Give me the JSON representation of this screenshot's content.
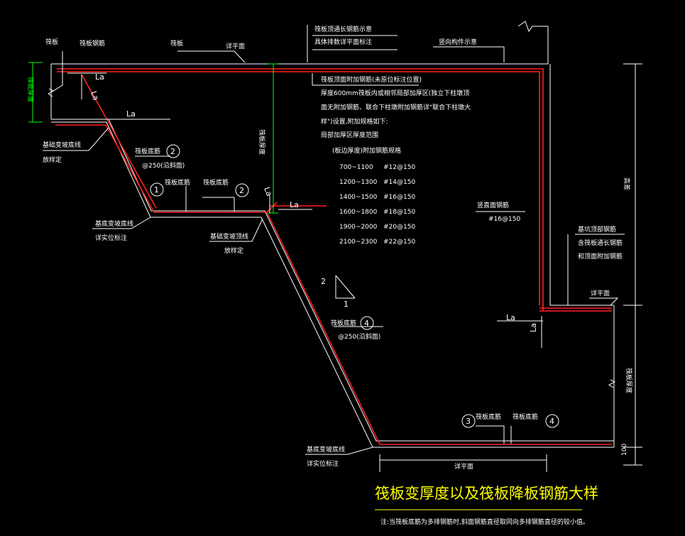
{
  "title": "筏板变厚度以及筏板降板钢筋大样",
  "note": "注:当筏板底筋为多排钢筋时,斜面钢筋直径取同向多排钢筋直径的较小值。",
  "labels": {
    "raft_left": "筏板",
    "raft_top_bar_left": "筏板钢筋",
    "raft_mid": "筏板",
    "detail_plane_top": "详平面",
    "top_through_bar_note_1": "筏板顶通长钢筋示意",
    "top_through_bar_note_2": "具体排数详平面标注",
    "vertical_member": "竖向构件示意",
    "top_add_bar": "筏板顶面附加钢筋(未原位标注位置)",
    "desc_1": "厚度600mm筏板内或相邻局部加厚区(独立下柱墩顶",
    "desc_2": "面无附加钢筋、联合下柱墩附加钢筋详\"联合下柱墩大",
    "desc_3": "样\")设置,附加规格如下:",
    "desc_4": "局部加厚区厚度范围",
    "table_header": "(板边厚度)附加钢筋规格",
    "raft_thick_left": "筏板厚度",
    "raft_thick_mid": "筏板厚度",
    "raft_thick_right": "筏板厚度",
    "height_diff": "高差",
    "base_slope_top_1a": "基础变坡底线",
    "base_slope_top_1b": "放样定",
    "base_slope_bot_1a": "基底变坡底线",
    "base_slope_bot_1b": "详实位标注",
    "base_slope_top_2a": "基础变坡顶线",
    "base_slope_top_2b": "放样定",
    "base_slope_bot_2a": "基底变坡底线",
    "base_slope_bot_2b": "详实位标注",
    "bottom_bar_1": "筏板底筋",
    "bottom_bar_1_spec": "@250(沿斜面)",
    "bottom_bar_2": "筏板底筋",
    "bottom_bar_3": "筏板底筋",
    "bottom_bar_4": "筏板底筋",
    "bottom_bar_4_spec": "@250(沿斜面)",
    "bottom_bar_5": "筏板底筋",
    "bottom_bar_6": "筏板底筋",
    "vertical_bar": "竖直面钢筋",
    "vertical_bar_spec": "#16@150",
    "pit_bar_1": "基坑顶部钢筋",
    "pit_bar_2": "含筏板通长钢筋",
    "pit_bar_3": "和顶面附加钢筋",
    "detail_plane_right": "详平面",
    "detail_plane_bottom": "详平面",
    "dim_100": "100",
    "la": "La",
    "slope_2": "2",
    "slope_1": "1",
    "circle_1": "1",
    "circle_2": "2",
    "circle_3": "3",
    "circle_4": "4"
  },
  "spec_table": [
    {
      "range": "700~1100",
      "bar": "#12@150"
    },
    {
      "range": "1200~1300",
      "bar": "#14@150"
    },
    {
      "range": "1400~1500",
      "bar": "#16@150"
    },
    {
      "range": "1600~1800",
      "bar": "#18@150"
    },
    {
      "range": "1900~2000",
      "bar": "#20@150"
    },
    {
      "range": "2100~2300",
      "bar": "#22@150"
    }
  ],
  "colors": {
    "background": "#000000",
    "concrete_line": "#ffffff",
    "rebar": "#ff2020",
    "dimension": "#00ff00",
    "title": "#ffff00"
  }
}
